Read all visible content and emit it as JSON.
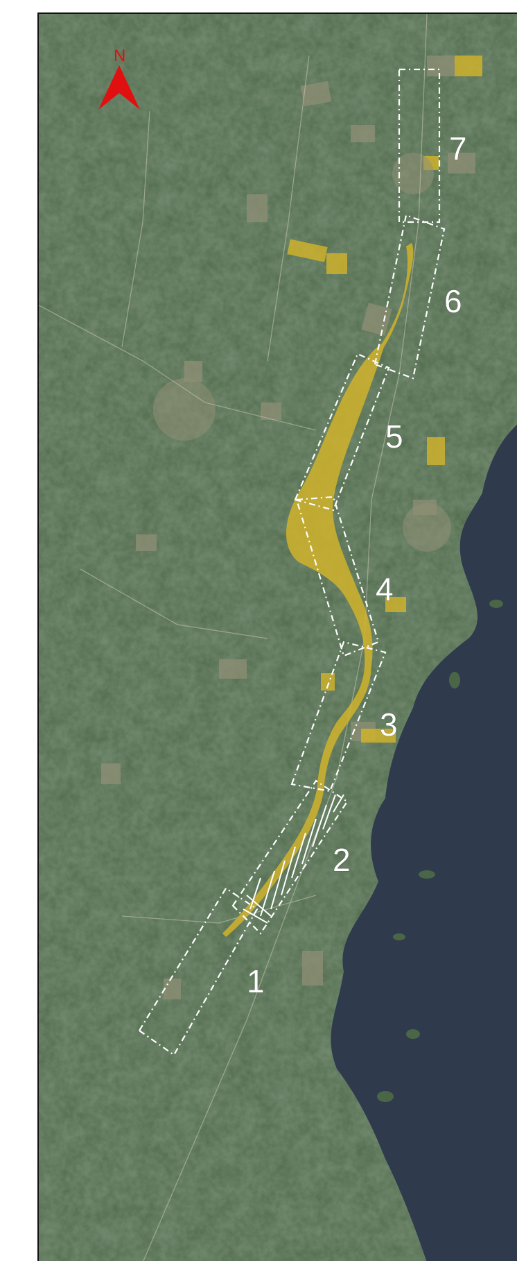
{
  "north_arrow": {
    "letter": "N",
    "color": "#e01010"
  },
  "colors": {
    "land": "#4a6647",
    "forest": "#34492f",
    "field": "#8f8f74",
    "sea": "#2f3a4d",
    "highlight": "#d4b52a",
    "outline": "#ffffff"
  },
  "zones": [
    {
      "label": "1"
    },
    {
      "label": "2"
    },
    {
      "label": "3"
    },
    {
      "label": "4"
    },
    {
      "label": "5"
    },
    {
      "label": "6"
    },
    {
      "label": "7"
    }
  ]
}
